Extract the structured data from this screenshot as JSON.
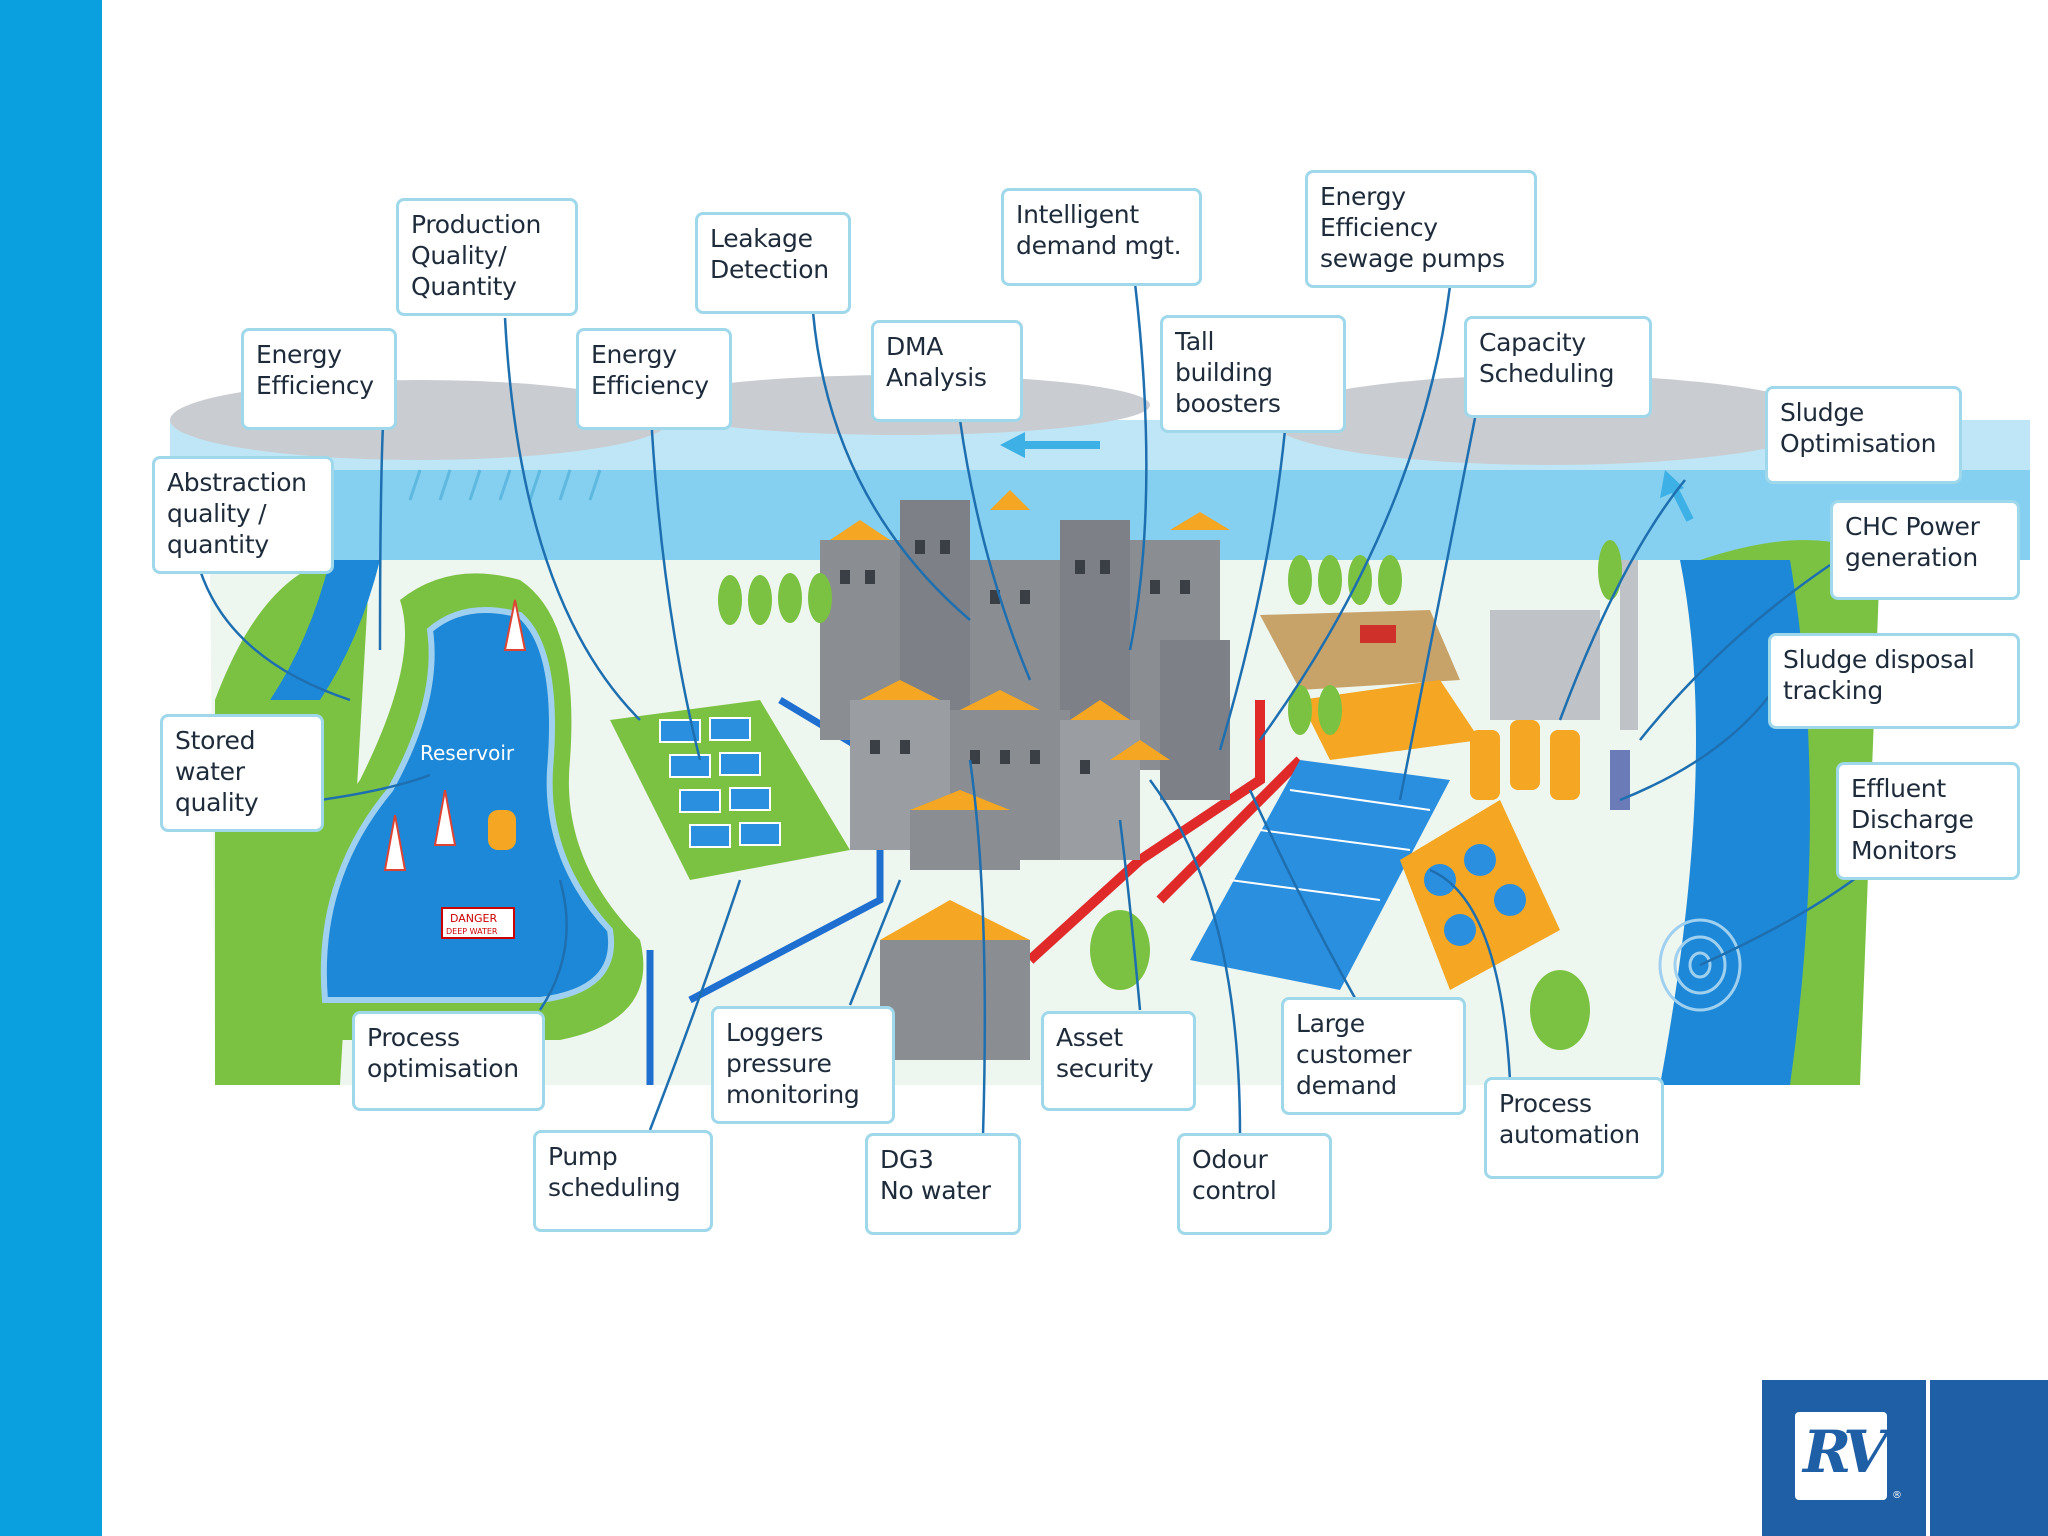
{
  "callouts": [
    {
      "id": "production-quality",
      "text": "Production\nQuality/\nQuantity"
    },
    {
      "id": "leakage-detection",
      "text": "Leakage\nDetection"
    },
    {
      "id": "intelligent-demand",
      "text": "Intelligent\ndemand mgt."
    },
    {
      "id": "energy-efficiency-sewage",
      "text": "Energy\nEfficiency\nsewage pumps"
    },
    {
      "id": "energy-efficiency-1",
      "text": "Energy\nEfficiency"
    },
    {
      "id": "energy-efficiency-2",
      "text": "Energy\nEfficiency"
    },
    {
      "id": "dma-analysis",
      "text": "DMA\nAnalysis"
    },
    {
      "id": "tall-building-boosters",
      "text": "Tall\nbuilding\nboosters"
    },
    {
      "id": "capacity-scheduling",
      "text": "Capacity\nScheduling"
    },
    {
      "id": "sludge-optimisation",
      "text": "Sludge\nOptimisation"
    },
    {
      "id": "abstraction-quality",
      "text": "Abstraction\nquality /\nquantity"
    },
    {
      "id": "chc-power",
      "text": "CHC Power\ngeneration"
    },
    {
      "id": "sludge-disposal",
      "text": "Sludge disposal\ntracking"
    },
    {
      "id": "stored-water-quality",
      "text": "Stored\nwater\nquality"
    },
    {
      "id": "effluent-discharge",
      "text": "Effluent\nDischarge\nMonitors"
    },
    {
      "id": "process-optimisation",
      "text": "Process\noptimisation"
    },
    {
      "id": "loggers-pressure",
      "text": "Loggers\npressure\nmonitoring"
    },
    {
      "id": "asset-security",
      "text": "Asset\nsecurity"
    },
    {
      "id": "large-customer-demand",
      "text": "Large\ncustomer\ndemand"
    },
    {
      "id": "process-automation",
      "text": "Process\nautomation"
    },
    {
      "id": "pump-scheduling",
      "text": "Pump\nscheduling"
    },
    {
      "id": "dg3-no-water",
      "text": "DG3\nNo water"
    },
    {
      "id": "odour-control",
      "text": "Odour\ncontrol"
    }
  ],
  "reservoir_label": "Reservoir",
  "danger_sign": {
    "line1": "DANGER",
    "line2": "DEEP WATER"
  },
  "logo": {
    "text": "RV",
    "registered": "®"
  },
  "colors": {
    "accent_bar": "#0aa0e0",
    "water": "#1e88d8",
    "land": "#7cc242",
    "building": "#8a8d92",
    "roof": "#f5a623",
    "pipe_blue": "#1e6fd0",
    "pipe_red": "#e02a2a",
    "logo_blue": "#1f5fa6"
  }
}
